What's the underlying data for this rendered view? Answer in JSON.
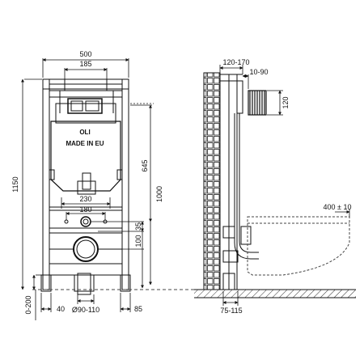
{
  "front_view": {
    "width_label": "500",
    "top_span_label": "185",
    "height_label": "1150",
    "label_645": "645",
    "label_1000": "1000",
    "label_230": "230",
    "label_180": "180",
    "label_35": "35",
    "label_100": "100",
    "range_0_200": "0-200",
    "label_40": "40",
    "pipe_label": "Ø90-110",
    "label_85": "85",
    "brand_text": "OLI",
    "made_in_text": "MADE IN EU"
  },
  "side_view": {
    "range_120_170": "120-170",
    "range_10_90": "10-90",
    "label_120": "120",
    "range_75_115": "75-115",
    "tolerance_label": "400 ± 10"
  },
  "colors": {
    "line": "#111111",
    "dashed": "#444444",
    "floor_hatch": "#333333"
  }
}
